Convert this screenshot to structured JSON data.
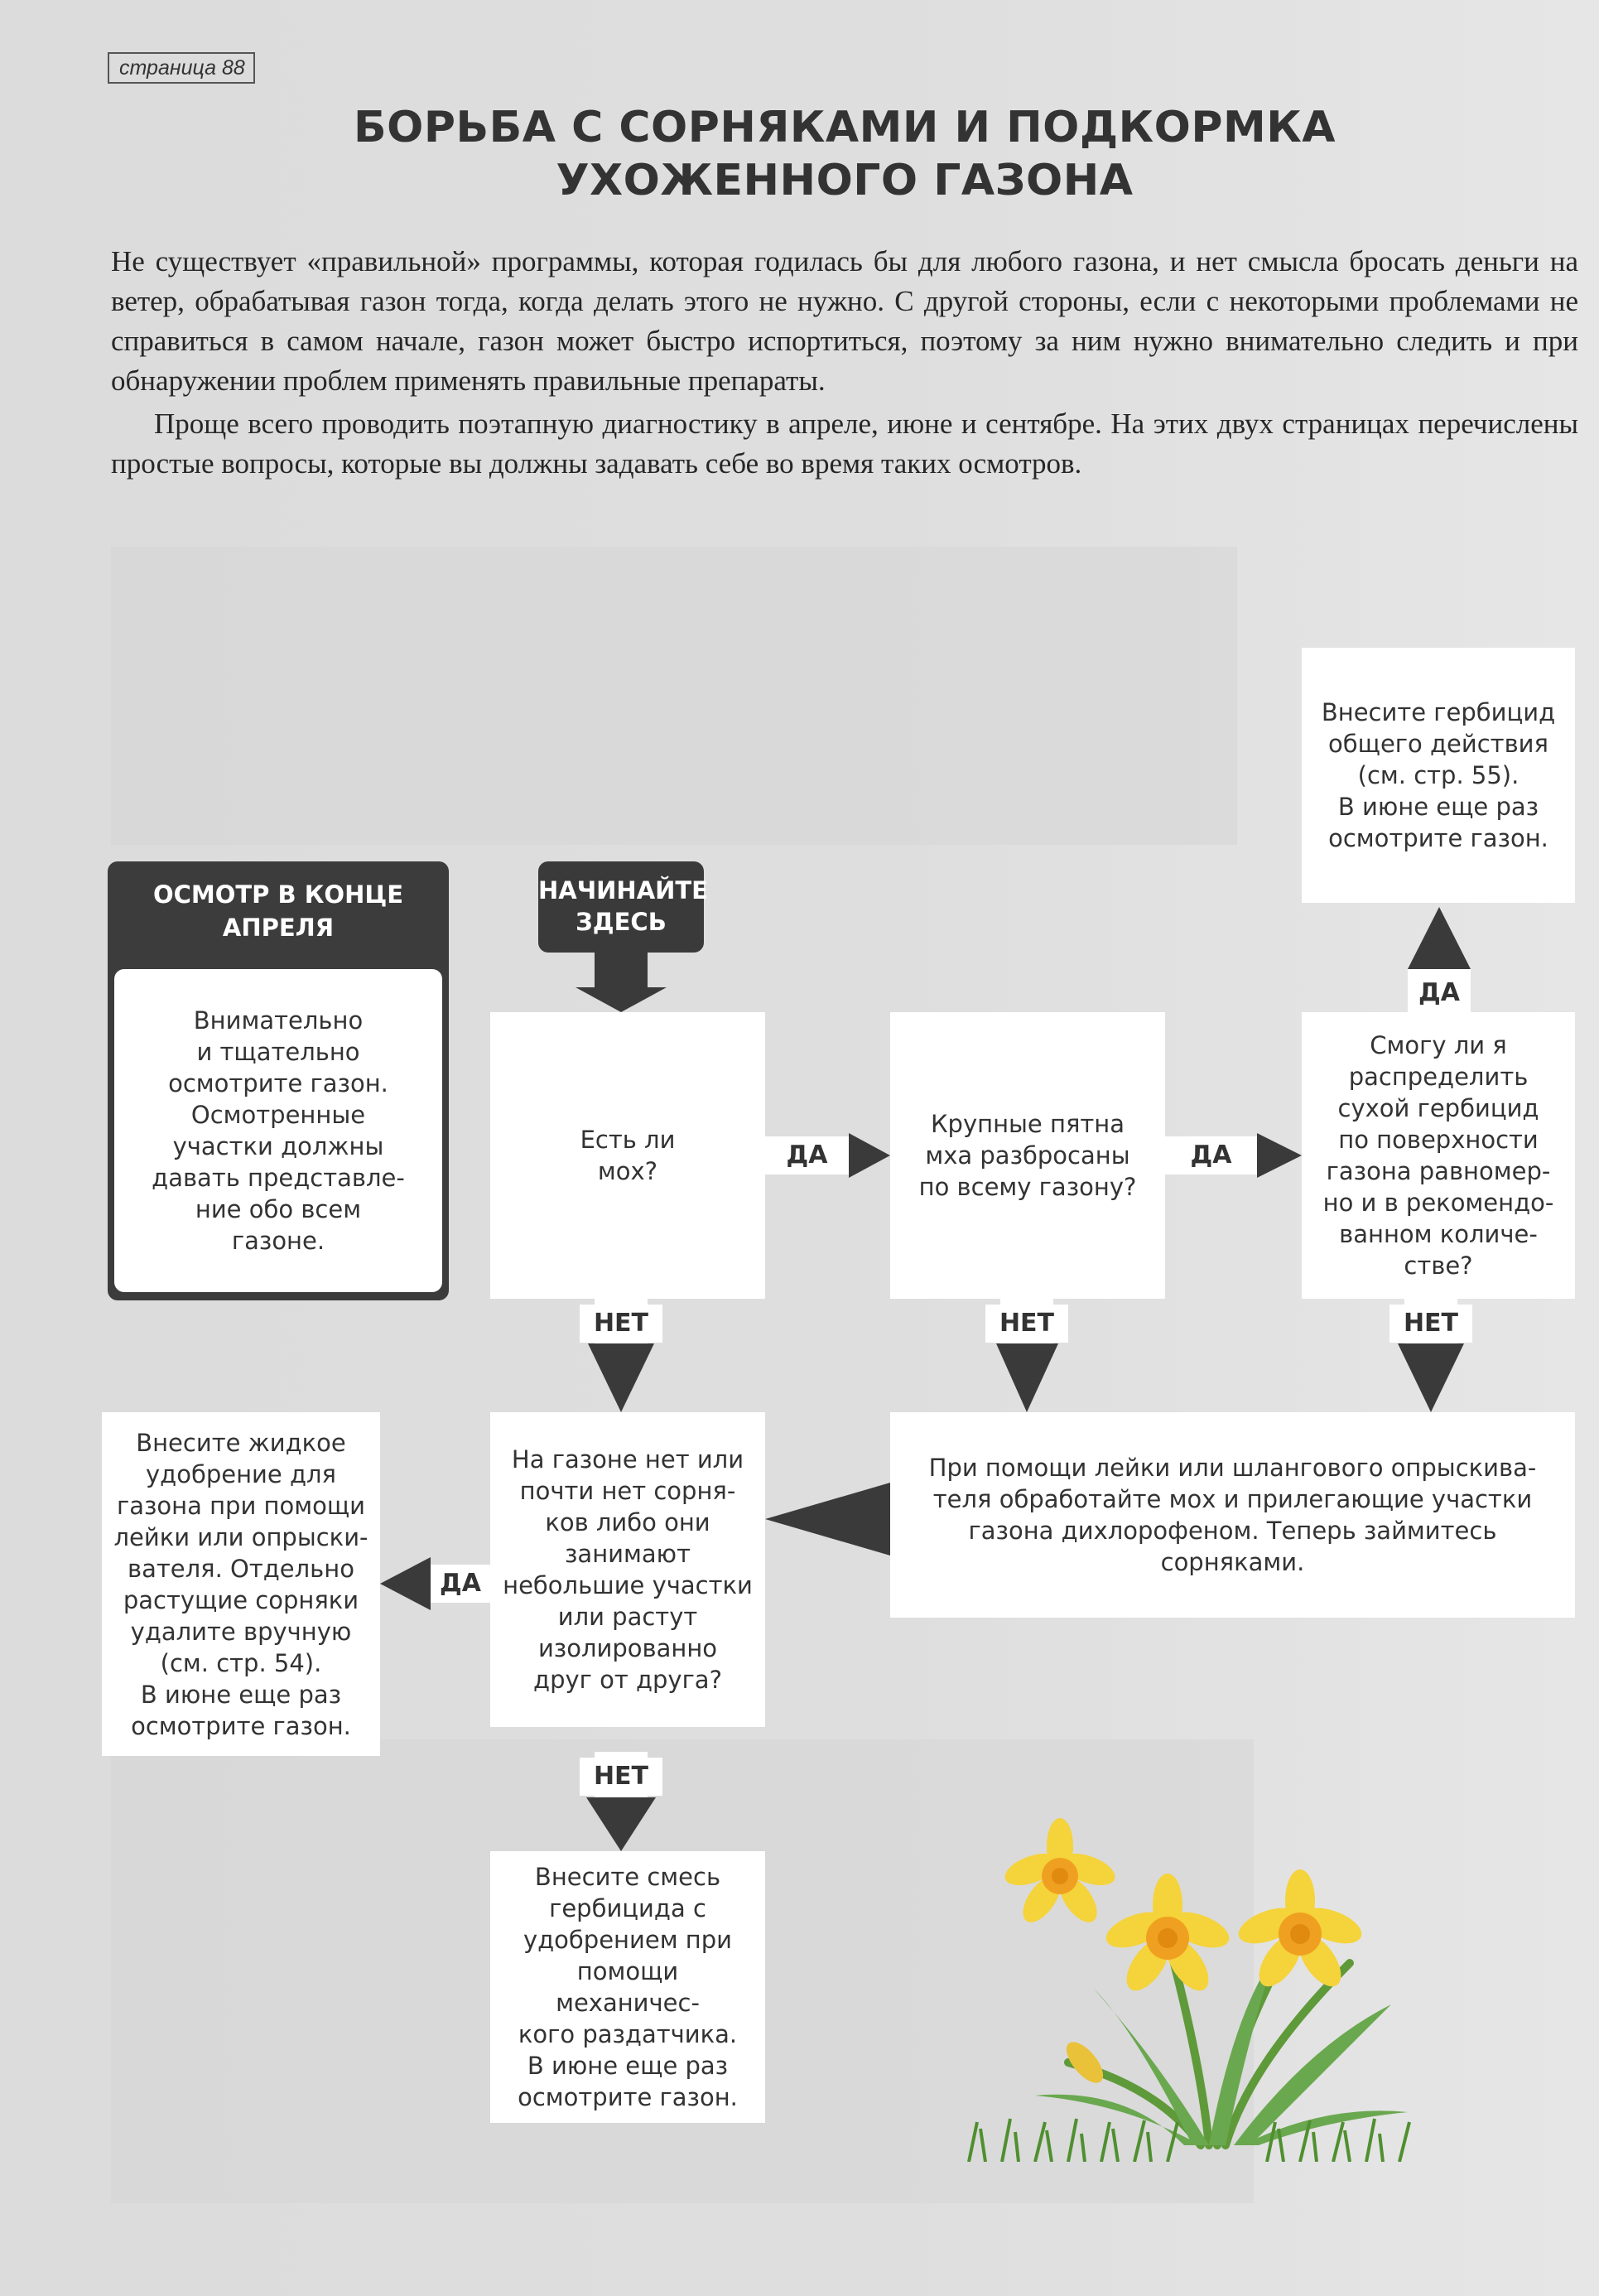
{
  "page_label": "страница 88",
  "title": "БОРЬБА С СОРНЯКАМИ И ПОДКОРМКА\nУХОЖЕННОГО ГАЗОНА",
  "intro": {
    "p1": "Не существует «правильной» программы, которая годилась бы для любого газона, и нет смысла бросать деньги на ветер, обрабатывая газон тогда, когда делать этого не нужно. С другой стороны, если с некоторыми проблемами не справиться в самом начале, газон может быстро испортиться, поэтому за ним нужно внимательно следить и при обнаружении проблем применять правильные препараты.",
    "p2": "Проще всего проводить поэтапную диагностику в апреле, июне и сентябре. На этих двух страницах перечислены простые вопросы, которые вы должны задавать себе во время таких осмотров."
  },
  "flowchart": {
    "panel_title": "ОСМОТР В КОНЦЕ\nАПРЕЛЯ",
    "panel_text": "Внимательно\nи тщательно\nосмотрите газон.\nОсмотренные\nучастки должны\nдавать представле-\nние обо всем\nгазоне.",
    "start_label": "НАЧИНАЙТЕ\nЗДЕСЬ",
    "q_moss": "Есть ли\nмох?",
    "q_patches": "Крупные пятна\nмха разбросаны\nпо всему газону?",
    "q_spread": "Смогу ли я\nраспределить\nсухой гербицид\nпо поверхности\nгазона равномер-\nно и в рекомендо-\nванном количе-\nстве?",
    "a_general_herbicide": "Внесите гербицид\nобщего действия\n(см. стр. 55).\nВ июне еще раз\nосмотрите газон.",
    "a_dichlorophen": "При помощи лейки или шлангового опрыскива-\nтеля обработайте мох и прилегающие участки\nгазона дихлорофеном. Теперь займитесь\nсорняками.",
    "q_weeds": "На газоне нет или\nпочти нет сорня-\nков либо они\nзанимают\nнебольшие участки\nили растут\nизолированно\nдруг от друга?",
    "a_liquid_fertilizer": "Внесите жидкое\nудобрение для\nгазона при помощи\nлейки или опрыски-\nвателя. Отдельно\nрастущие сорняки\nудалите вручную\n(см. стр. 54).\nВ июне еще раз\nосмотрите газон.",
    "a_mixture": "Внесите смесь\nгербицида с\nудобрением при\nпомощи механичес-\nкого раздатчика.\nВ июне еще раз\nосмотрите газон.",
    "yes": "ДА",
    "no": "НЕТ"
  },
  "colors": {
    "arrow": "#3a3a3a",
    "dark_panel": "#3c3c3c",
    "box": "#ffffff",
    "daffodil_petal": "#f5d33a",
    "daffodil_trumpet": "#f0a020",
    "stem": "#5f9a3a"
  }
}
